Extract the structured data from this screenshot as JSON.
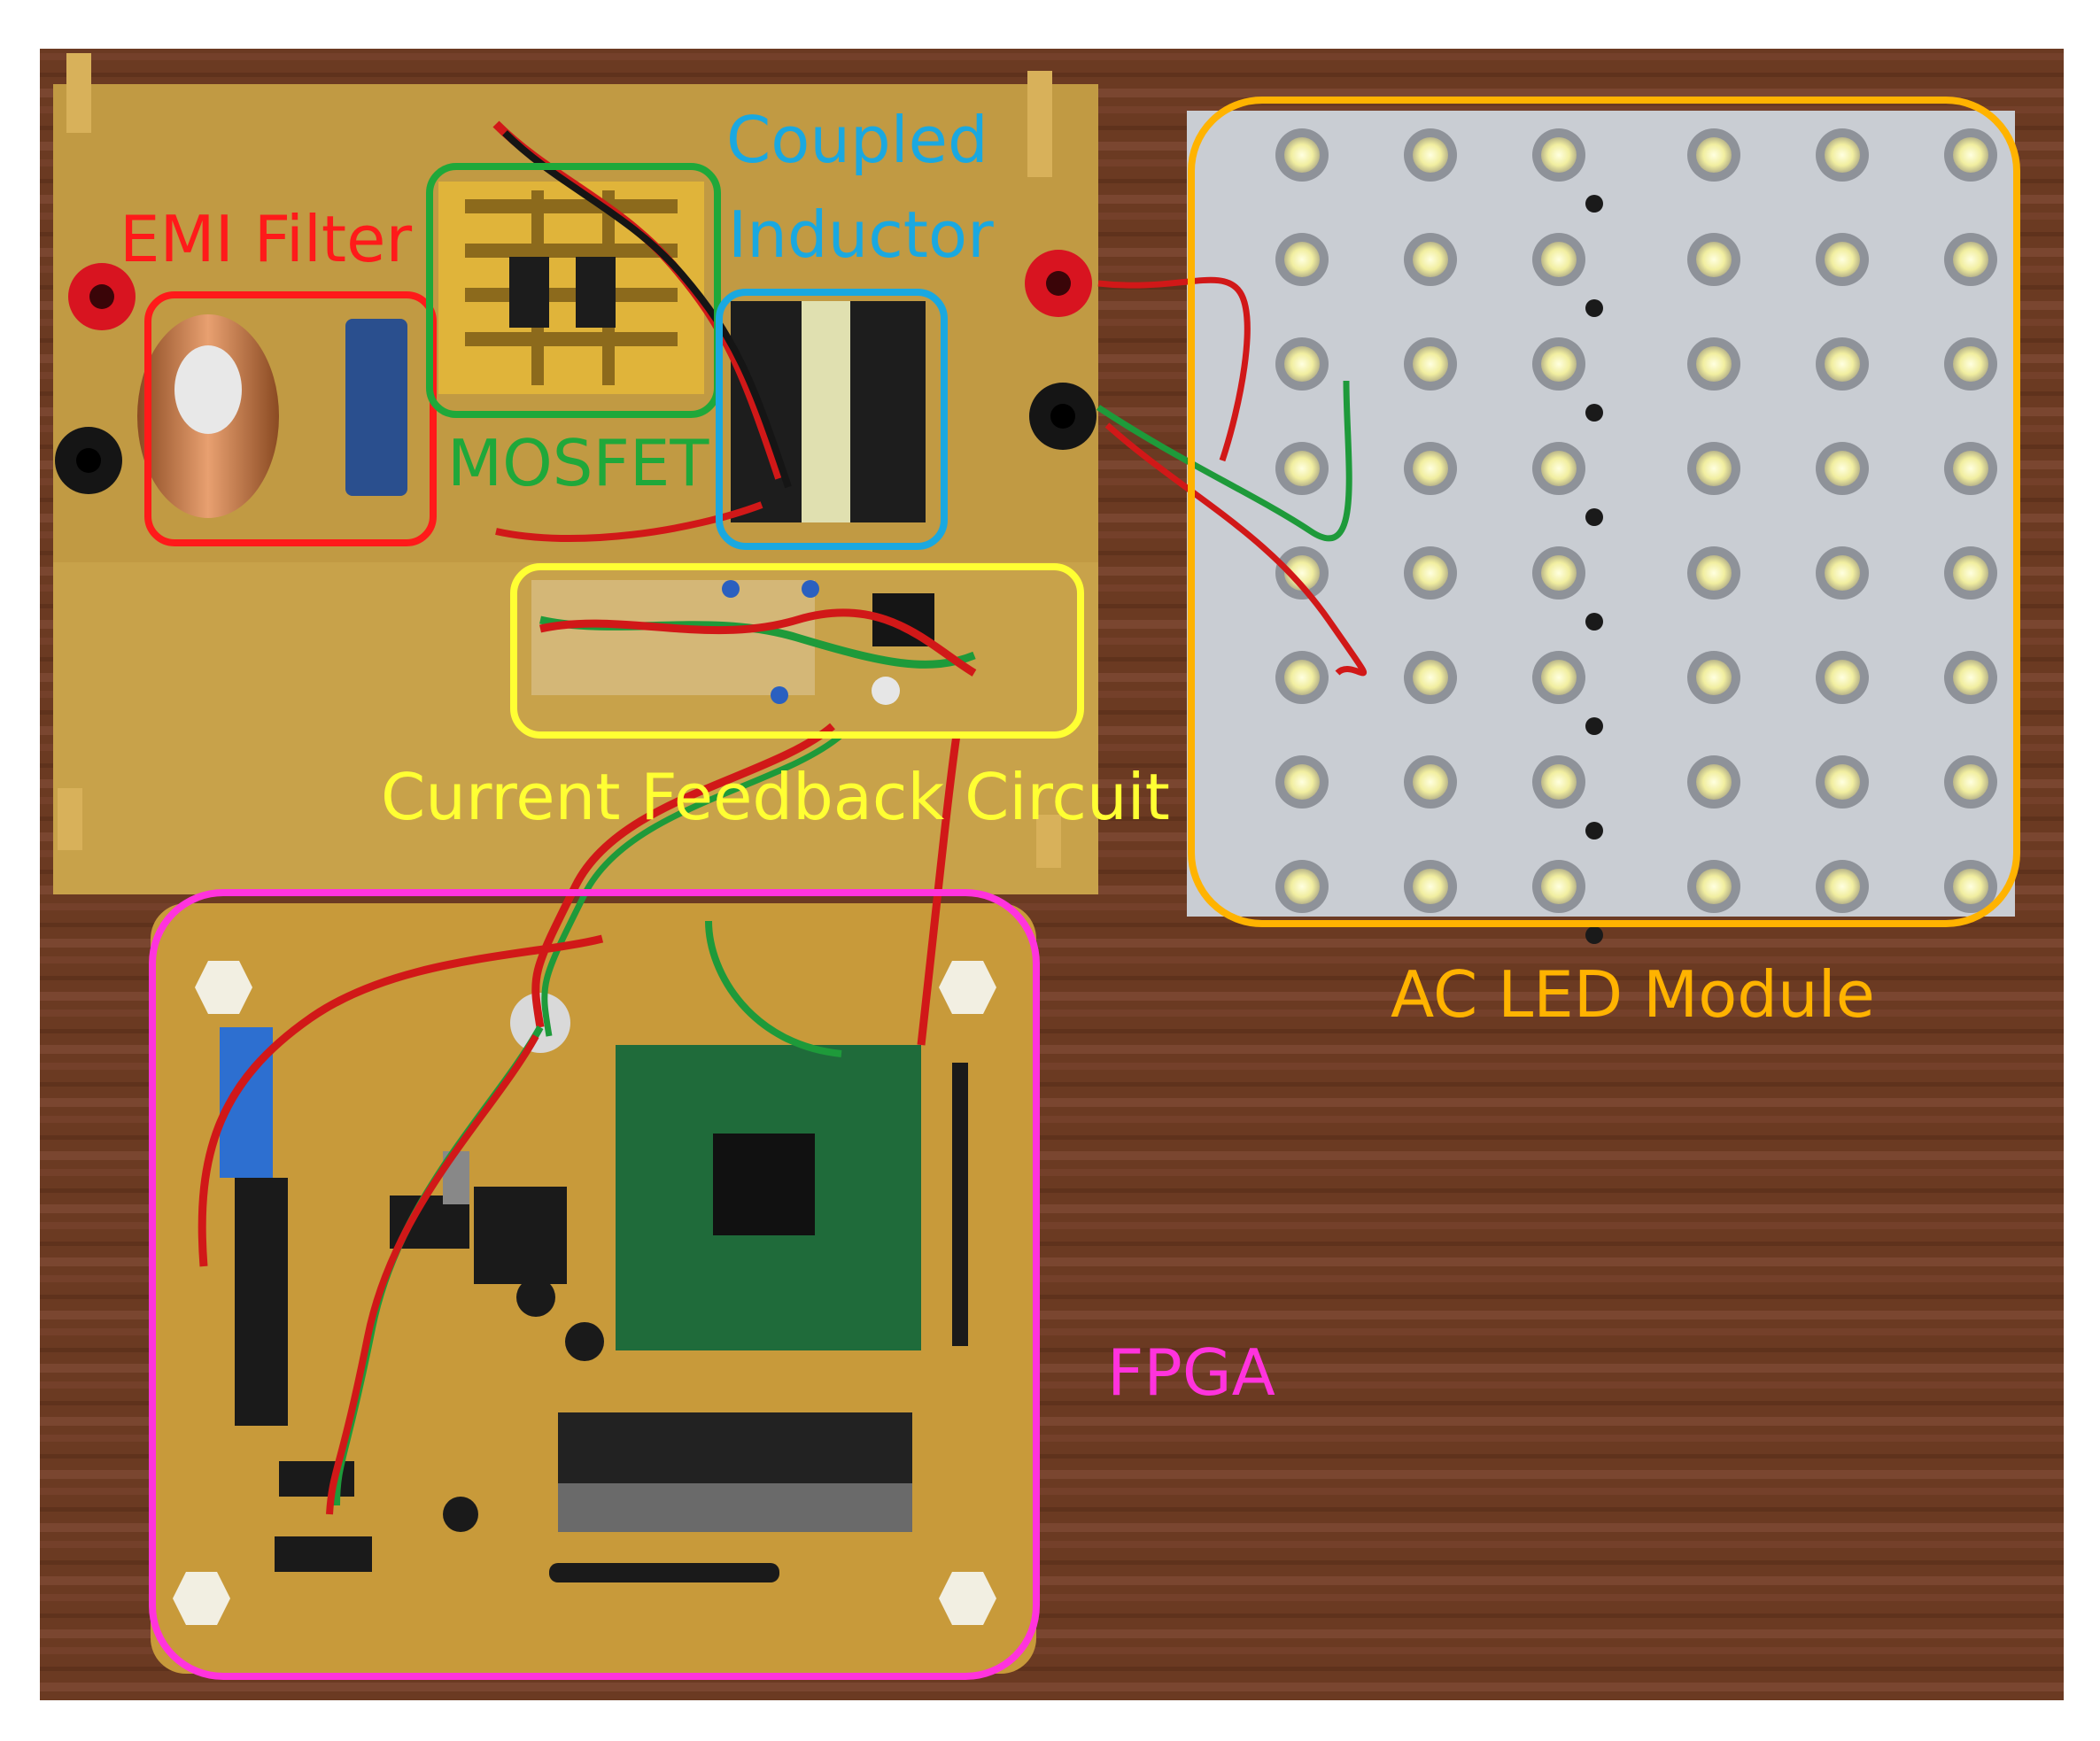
{
  "labels": {
    "emi_filter": "EMI Filter",
    "coupled": "Coupled",
    "inductor": "Inductor",
    "mosfet": "MOSFET",
    "current_feedback": "Current Feedback Circuit",
    "ac_led_module": "AC LED Module",
    "fpga": "FPGA"
  },
  "colors": {
    "emi_filter": "#ff1a1a",
    "mosfet": "#1fa83a",
    "coupled_inductor": "#1aa8e0",
    "current_feedback": "#ffff33",
    "ac_led_module": "#ffb300",
    "fpga": "#ff33dd"
  }
}
